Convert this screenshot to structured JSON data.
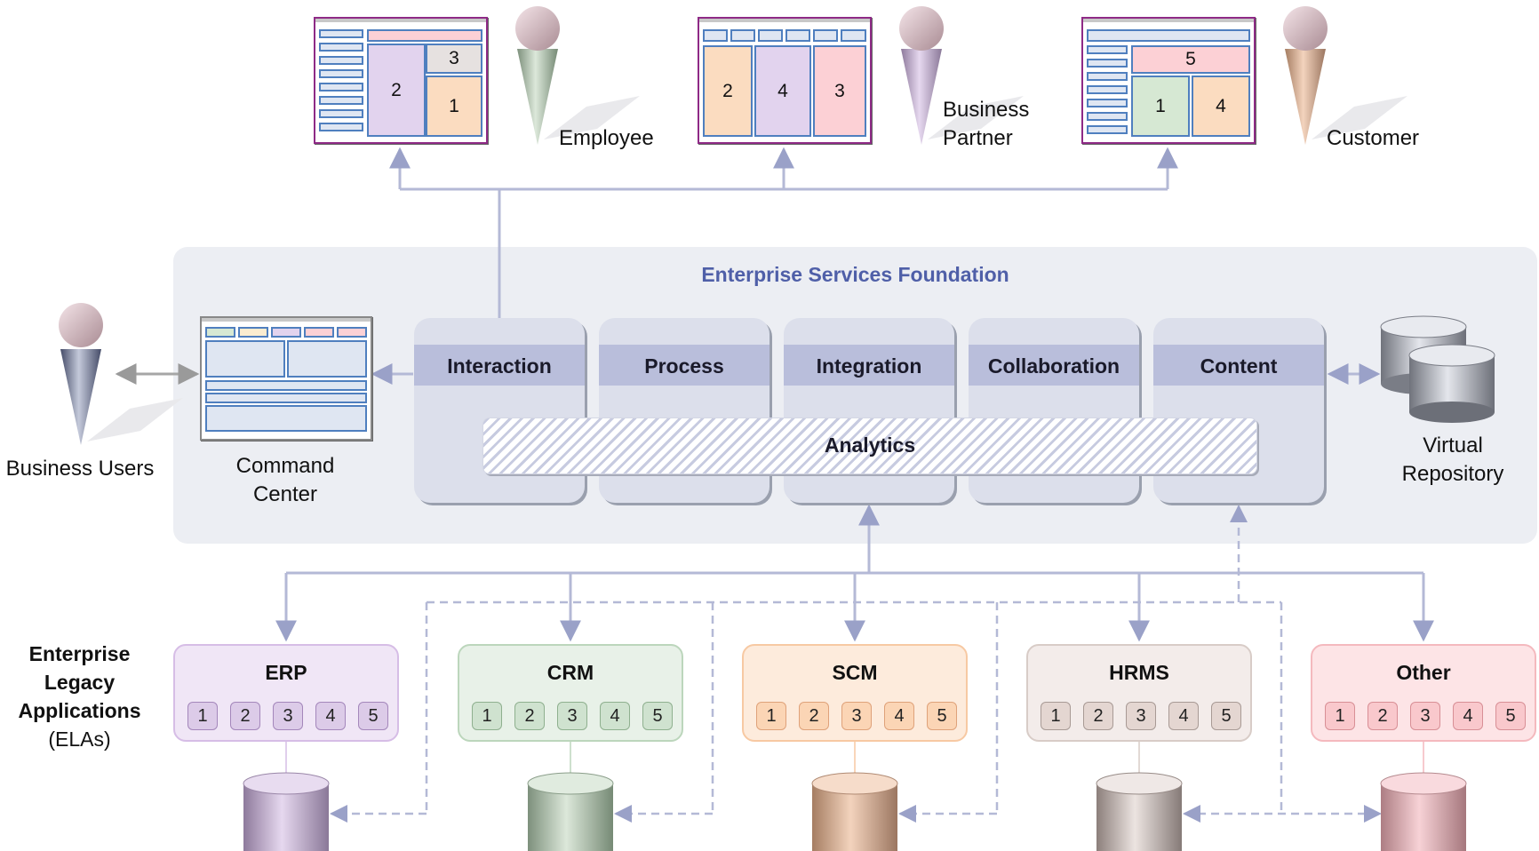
{
  "foundation": {
    "title": "Enterprise Services Foundation",
    "services": [
      "Interaction",
      "Process",
      "Integration",
      "Collaboration",
      "Content"
    ],
    "analytics": "Analytics"
  },
  "users": {
    "employee": "Employee",
    "partner_line1": "Business",
    "partner_line2": "Partner",
    "customer": "Customer",
    "business_users": "Business Users"
  },
  "command_center": {
    "line1": "Command",
    "line2": "Center"
  },
  "virtual_repository": {
    "line1": "Virtual",
    "line2": "Repository"
  },
  "portals": {
    "employee": {
      "p2": "2",
      "p3": "3",
      "p1": "1"
    },
    "partner": {
      "p2": "2",
      "p4": "4",
      "p3": "3"
    },
    "customer": {
      "p5": "5",
      "p1": "1",
      "p4": "4"
    }
  },
  "ela_label": {
    "line1": "Enterprise",
    "line2": "Legacy",
    "line3": "Applications",
    "line4": "(ELAs)"
  },
  "elas": [
    {
      "name": "ERP",
      "modules": [
        "1",
        "2",
        "3",
        "4",
        "5"
      ],
      "fill": "#f0e6f6",
      "border": "#d6bde6",
      "mod_fill": "#dccbe8",
      "mod_border": "#a487bb"
    },
    {
      "name": "CRM",
      "modules": [
        "1",
        "2",
        "3",
        "4",
        "5"
      ],
      "fill": "#e8f1e8",
      "border": "#bcd6bc",
      "mod_fill": "#cfe2cf",
      "mod_border": "#8fb08f"
    },
    {
      "name": "SCM",
      "modules": [
        "1",
        "2",
        "3",
        "4",
        "5"
      ],
      "fill": "#fdebdc",
      "border": "#f7c9a3",
      "mod_fill": "#fbd5b5",
      "mod_border": "#dfa27a"
    },
    {
      "name": "HRMS",
      "modules": [
        "1",
        "2",
        "3",
        "4",
        "5"
      ],
      "fill": "#f3ecea",
      "border": "#d8ccc7",
      "mod_fill": "#e4d6d1",
      "mod_border": "#a89a95"
    },
    {
      "name": "Other",
      "modules": [
        "1",
        "2",
        "3",
        "4",
        "5"
      ],
      "fill": "#fde4e6",
      "border": "#f4b9be",
      "mod_fill": "#f9c8cc",
      "mod_border": "#d88f96"
    }
  ],
  "colors": {
    "connector": "#b4b9d6",
    "foundation_title": "#4f5fa8",
    "pane_lavender": "#e2d3ee",
    "pane_peach": "#fbdcc0",
    "pane_pink": "#fcd0d5",
    "pane_green": "#d6e8d3",
    "pane_gray": "#e6e1e0"
  }
}
